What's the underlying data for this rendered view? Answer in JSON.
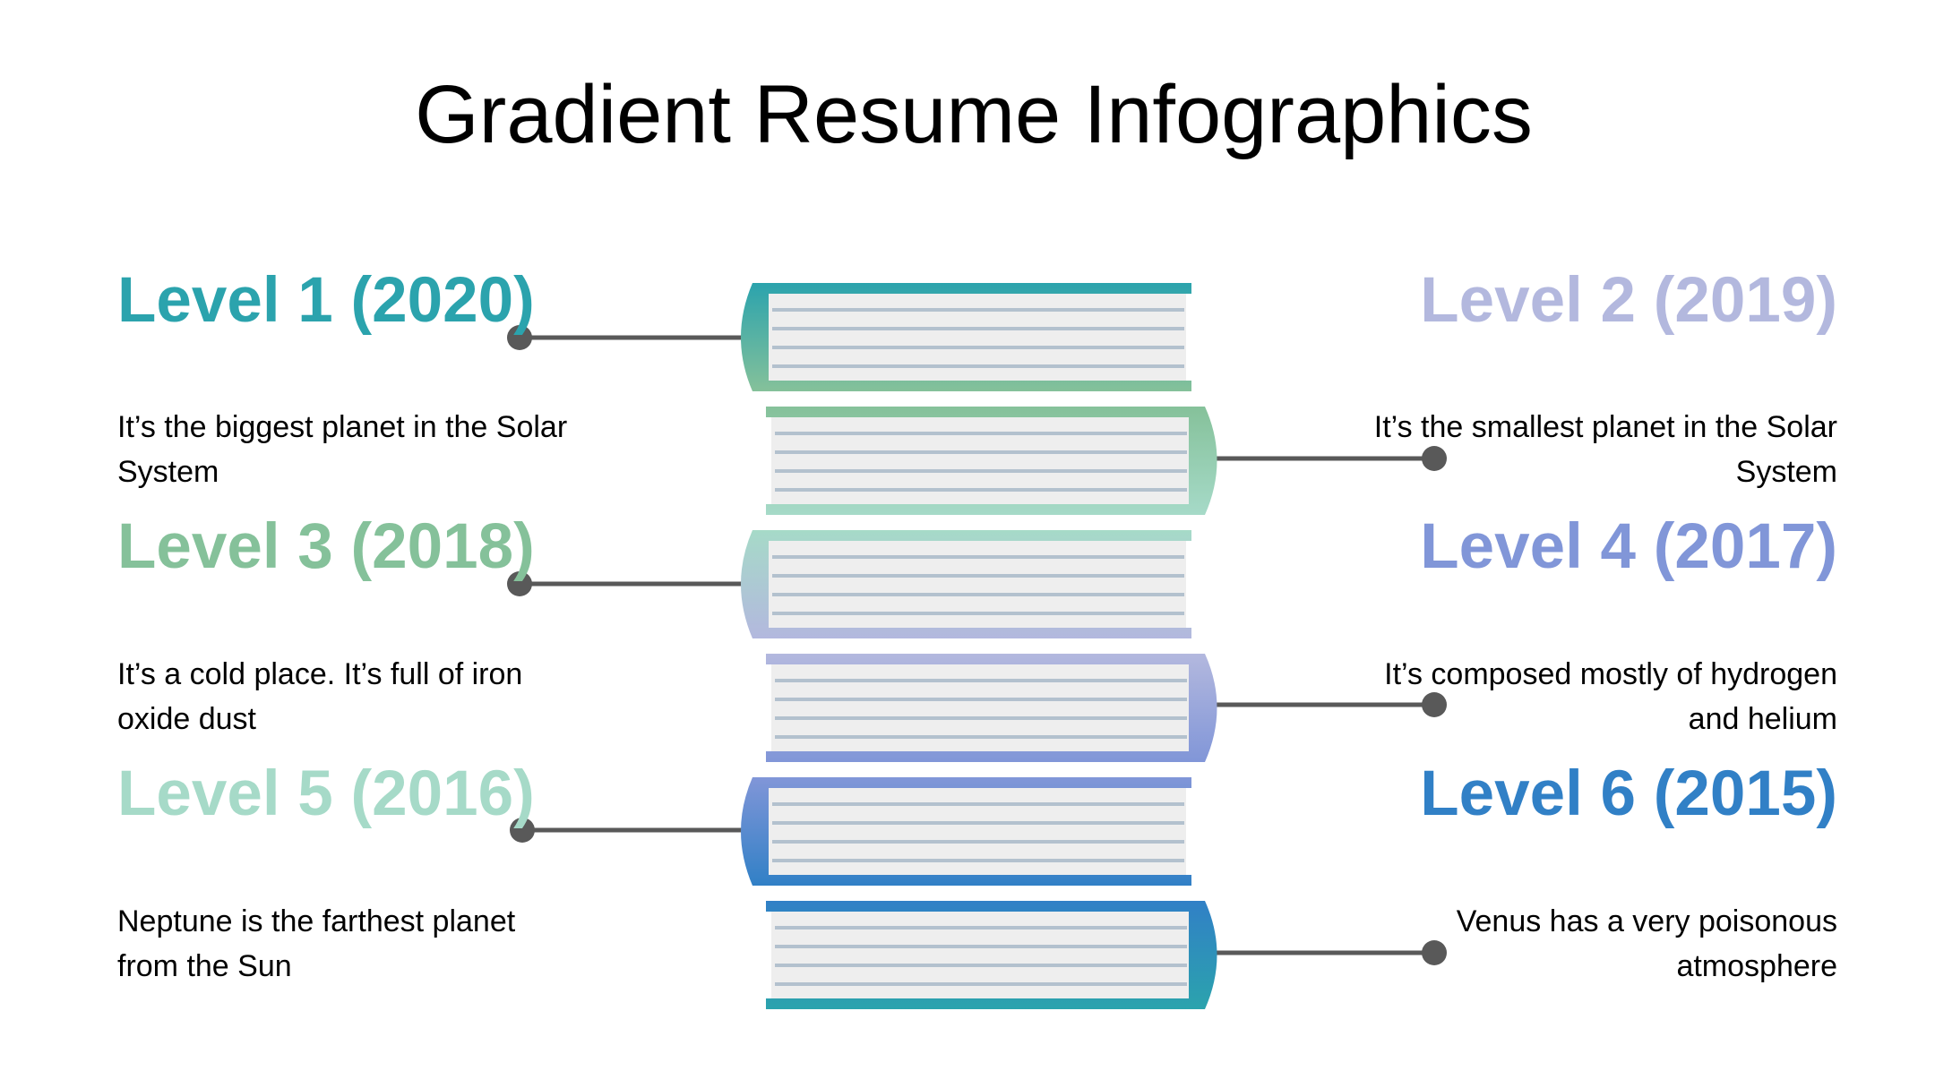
{
  "title": "Gradient Resume Infographics",
  "colors": {
    "teal": "#2ba3ad",
    "green": "#85c19a",
    "mint": "#a6dac8",
    "lavender": "#b3b8de",
    "periwinkle": "#8196d8",
    "blue": "#3180c6",
    "connector": "#595959",
    "page": "#eeeeee",
    "page_line": "#b3c1ce"
  },
  "levels": [
    {
      "title": "Level 1 (2020)",
      "description": "It’s the biggest planet in the Solar System",
      "color": "#2ba3ad"
    },
    {
      "title": "Level 2 (2019)",
      "description": "It’s the smallest planet in the Solar System",
      "color": "#b3b8de"
    },
    {
      "title": "Level 3 (2018)",
      "description": "It’s a cold place. It’s full of iron oxide dust",
      "color": "#85c19a"
    },
    {
      "title": "Level 4 (2017)",
      "description": "It’s composed mostly of hydrogen and helium",
      "color": "#8196d8"
    },
    {
      "title": "Level 5 (2016)",
      "description": "Neptune is the farthest planet from the Sun",
      "color": "#a6dac8"
    },
    {
      "title": "Level 6 (2015)",
      "description": "Venus has a very poisonous atmosphere",
      "color": "#3180c6"
    }
  ]
}
